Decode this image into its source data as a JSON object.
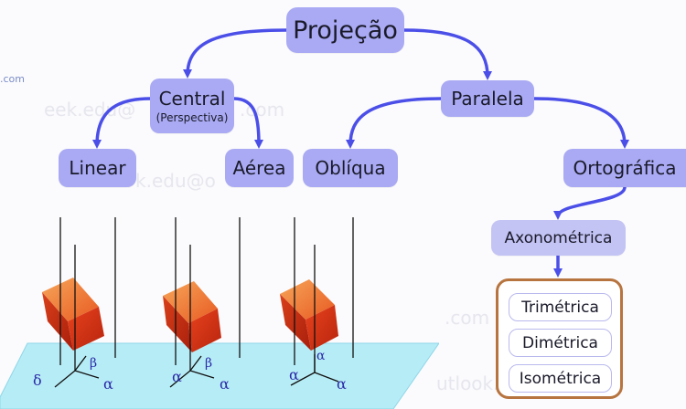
{
  "watermarks": [
    ".com",
    "eek.edu@",
    ".com",
    "k.edu@o",
    ".com",
    "utlook."
  ],
  "nodes": {
    "projecao": "Projeção",
    "central": "Central",
    "central_sub": "(Perspectiva)",
    "paralela": "Paralela",
    "linear": "Linear",
    "aerea": "Aérea",
    "obliqua": "Oblíqua",
    "ortografica": "Ortográfica",
    "axonometrica": "Axonométrica"
  },
  "axonometric_types": [
    "Trimétrica",
    "Dimétrica",
    "Isométrica"
  ],
  "illustration": {
    "cubes": [
      {
        "labels": [
          "β",
          "δ",
          "α"
        ]
      },
      {
        "labels": [
          "β",
          "α",
          "α"
        ]
      },
      {
        "labels": [
          "α",
          "α",
          "α"
        ]
      }
    ]
  },
  "colors": {
    "node_fill": "#a9aaf3",
    "arrow": "#4b4fe8",
    "types_border": "#b7743f",
    "plane": "#b6ecf6",
    "cube": "#e0401c"
  }
}
